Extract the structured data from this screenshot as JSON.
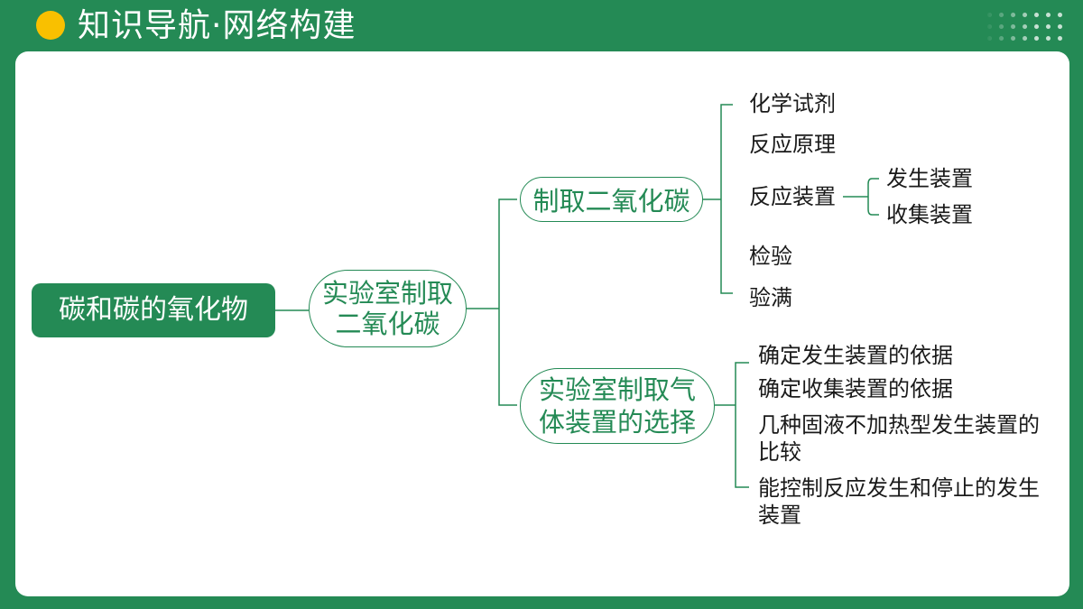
{
  "header": {
    "title": "知识导航·网络构建",
    "accent_color": "#f9c000",
    "background_color": "#248a55"
  },
  "mindmap": {
    "root": "碳和碳的氧化物",
    "level1": [
      "实验室制取",
      "二氧化碳"
    ],
    "branch_make": {
      "label": "制取二氧化碳",
      "items": [
        "化学试剂",
        "反应原理",
        "反应装置",
        "检验",
        "验满"
      ],
      "device_sub": [
        "发生装置",
        "收集装置"
      ]
    },
    "branch_select": {
      "label": [
        "实验室制取气",
        "体装置的选择"
      ],
      "items": [
        "确定发生装置的依据",
        "确定收集装置的依据",
        "几种固液不加热型发生装置的比较",
        "能控制反应发生和停止的发生装置"
      ]
    }
  }
}
